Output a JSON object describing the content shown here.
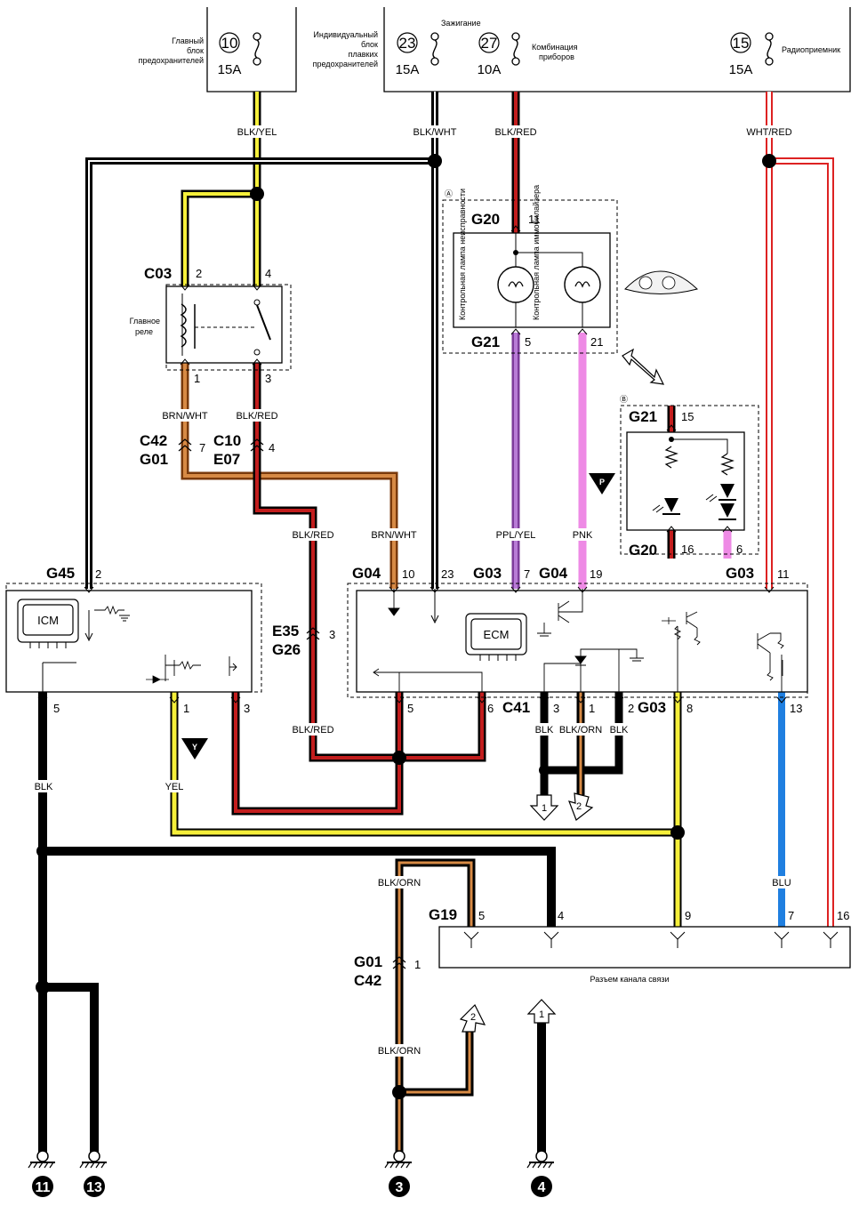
{
  "fuse_boxes": {
    "main_block": {
      "label": "Главный блок предохранителей",
      "fuses": [
        {
          "number": "10",
          "rating": "15A"
        }
      ]
    },
    "individual_block": {
      "label": "Индивидуальный блок плавких предохранителей",
      "fuses": [
        {
          "number": "23",
          "rating": "15A",
          "name": "Зажигание"
        },
        {
          "number": "27",
          "rating": "10A",
          "name": "Комбинация приборов"
        },
        {
          "number": "15",
          "rating": "15A",
          "name": "Радиоприемник"
        }
      ]
    }
  },
  "wires": {
    "blk_yel": "BLK/YEL",
    "blk_wht": "BLK/WHT",
    "blk_red": "BLK/RED",
    "wht_red": "WHT/RED",
    "brn_wht": "BRN/WHT",
    "ppl_yel": "PPL/YEL",
    "pnk": "PNK",
    "blk": "BLK",
    "yel": "YEL",
    "blk_orn": "BLK/ORN",
    "blu": "BLU"
  },
  "relay": {
    "label": "Главное реле"
  },
  "instrument_cluster": {
    "lamp_1": "Контрольная лампа неисправности",
    "lamp_2": "Контрольная лампа иммобилайзера",
    "variant_a": "Ⓐ",
    "variant_b": "Ⓑ"
  },
  "modules": {
    "icm": "ICM",
    "ecm": "ECM"
  },
  "dlc": {
    "label": "Разъем канала связи"
  },
  "connectors": {
    "c03": "C03",
    "c42": "C42",
    "g01": "G01",
    "c10": "C10",
    "e07": "E07",
    "g20": "G20",
    "g21": "G21",
    "g45": "G45",
    "g04": "G04",
    "g03": "G03",
    "e35": "E35",
    "g26": "G26",
    "c41": "C41",
    "g19": "G19"
  },
  "pins": {
    "c03_2": "2",
    "c03_4": "4",
    "c03_1": "1",
    "c03_3": "3",
    "c42_7": "7",
    "c10_4": "4",
    "g20_11": "11",
    "g21_5": "5",
    "g21_21": "21",
    "g21b_15": "15",
    "g20b_16": "16",
    "g03b_6": "6",
    "g45_2": "2",
    "g04_10": "10",
    "ecm_23": "23",
    "g03_7": "7",
    "g04_19": "19",
    "g03_11": "11",
    "e35_3": "3",
    "icm_5": "5",
    "icm_1": "1",
    "icm_3": "3",
    "ecm_5": "5",
    "ecm_6": "6",
    "c41_3": "3",
    "c41_1": "1",
    "c41_2": "2",
    "g03_8": "8",
    "g03_13": "13",
    "dlc_5": "5",
    "dlc_4": "4",
    "dlc_9": "9",
    "dlc_7": "7",
    "dlc_16": "16",
    "g01_1": "1"
  },
  "markers": {
    "y": "Y",
    "p": "P",
    "arrow_1": "1",
    "arrow_2": "2"
  },
  "grounds": [
    "11",
    "13",
    "3",
    "4"
  ]
}
